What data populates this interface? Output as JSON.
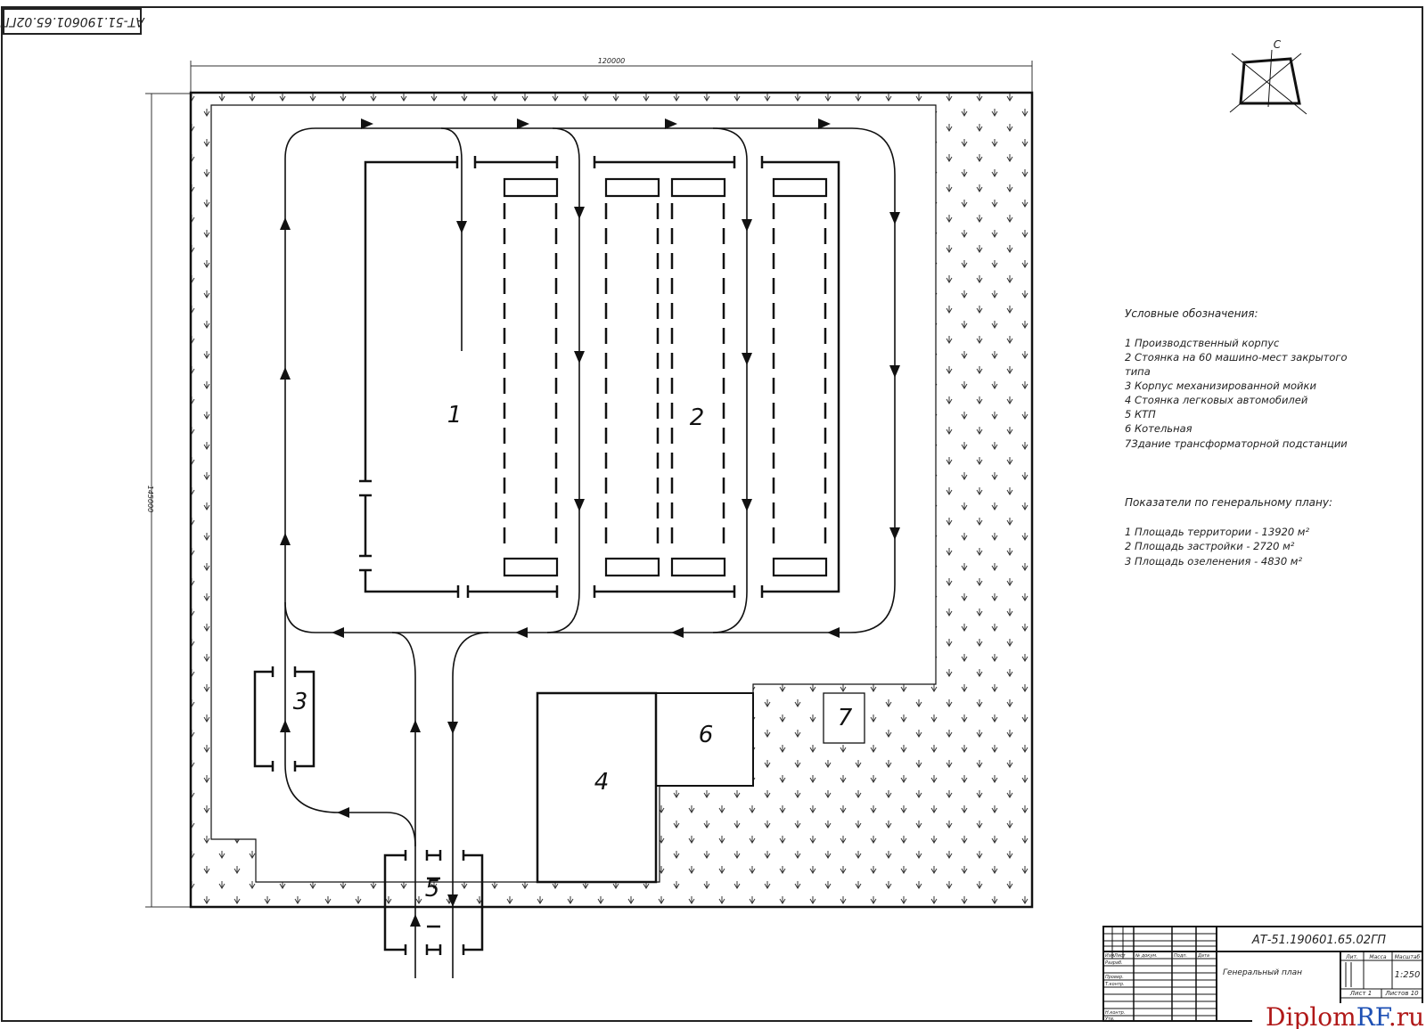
{
  "stamp": {
    "code_top": "АТ-51.190601.65.02ГП"
  },
  "dimensions": {
    "width": "120000",
    "height": "145000"
  },
  "compass": {
    "label": "С"
  },
  "zones": [
    {
      "id": "z1",
      "label": "1"
    },
    {
      "id": "z2",
      "label": "2"
    },
    {
      "id": "z3",
      "label": "3"
    },
    {
      "id": "z4",
      "label": "4"
    },
    {
      "id": "z5",
      "label": "5"
    },
    {
      "id": "z6",
      "label": "6"
    },
    {
      "id": "z7",
      "label": "7"
    }
  ],
  "legend": {
    "title": "Условные обозначения:",
    "items": [
      "1 Производственный корпус",
      "2 Стоянка на 60 машино-мест закрытого",
      "типа",
      "3 Корпус механизированной мойки",
      "4 Стоянка легковых автомобилей",
      "5 КТП",
      "6 Котельная",
      "7Здание трансформаторной подстанции"
    ]
  },
  "indicators": {
    "title": "Показатели по генеральному плану:",
    "items": [
      "1 Площадь территории - 13920 м²",
      "2 Площадь застройки - 2720 м²",
      "3 Площадь озеленения - 4830 м²"
    ]
  },
  "title_block": {
    "code": "АТ-51.190601.65.02ГП",
    "name": "Генеральный план",
    "scale": "1:250",
    "col_lit": "Лит.",
    "col_mass": "Масса",
    "col_scale": "Масштаб",
    "sheet": "Лист 1",
    "sheets": "Листов 10",
    "rows": [
      "Изм.",
      "Лист",
      "№ докум.",
      "Подп.",
      "Дата",
      "Разраб.",
      "Провер.",
      "Т.контр.",
      "Н.контр.",
      "Утв."
    ]
  },
  "watermark": {
    "part1": "Diplom",
    "part2": "RF",
    "part3": ".ru",
    "color1": "#b01818",
    "color2": "#1e50b4"
  }
}
